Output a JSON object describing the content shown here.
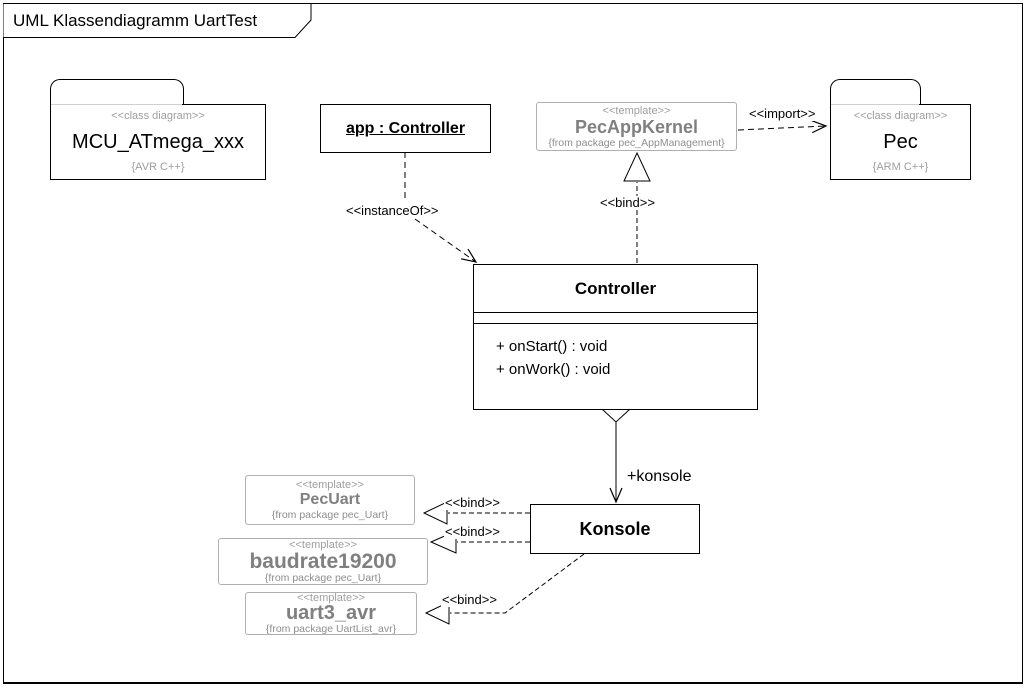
{
  "frame": {
    "title": "UML Klassendiagramm UartTest"
  },
  "packages": {
    "mcu": {
      "stereotype": "<<class diagram>>",
      "name": "MCU_ATmega_xxx",
      "tag": "{AVR C++}"
    },
    "pec": {
      "stereotype": "<<class diagram>>",
      "name": "Pec",
      "tag": "{ARM C++}"
    }
  },
  "objects": {
    "app": {
      "label": "app : Controller"
    }
  },
  "templates": {
    "pecappkernel": {
      "stereotype": "<<template>>",
      "name": "PecAppKernel",
      "from": "{from package pec_AppManagement}"
    },
    "pecuart": {
      "stereotype": "<<template>>",
      "name": "PecUart",
      "from": "{from package pec_Uart}"
    },
    "baudrate": {
      "stereotype": "<<template>>",
      "name": "baudrate19200",
      "from": "{from package pec_Uart}"
    },
    "uart3": {
      "stereotype": "<<template>>",
      "name": "uart3_avr",
      "from": "{from package UartList_avr}"
    }
  },
  "classes": {
    "controller": {
      "name": "Controller",
      "operations": [
        "+ onStart() : void",
        "+ onWork() : void"
      ]
    },
    "konsole": {
      "name": "Konsole"
    }
  },
  "relations": {
    "instance_of": {
      "label": "<<instanceOf>>"
    },
    "bind_kernel": {
      "label": "<<bind>>"
    },
    "import_pec": {
      "label": "<<import>>"
    },
    "konsole_role": {
      "label": "+konsole"
    },
    "bind_pecuart": {
      "label": "<<bind>>"
    },
    "bind_baudrate": {
      "label": "<<bind>>"
    },
    "bind_uart3": {
      "label": "<<bind>>"
    }
  },
  "colors": {
    "line": "#000000",
    "template_border": "#b0b0b0",
    "template_text": "#808080",
    "muted_text": "#9e9e9e",
    "background": "#ffffff"
  }
}
